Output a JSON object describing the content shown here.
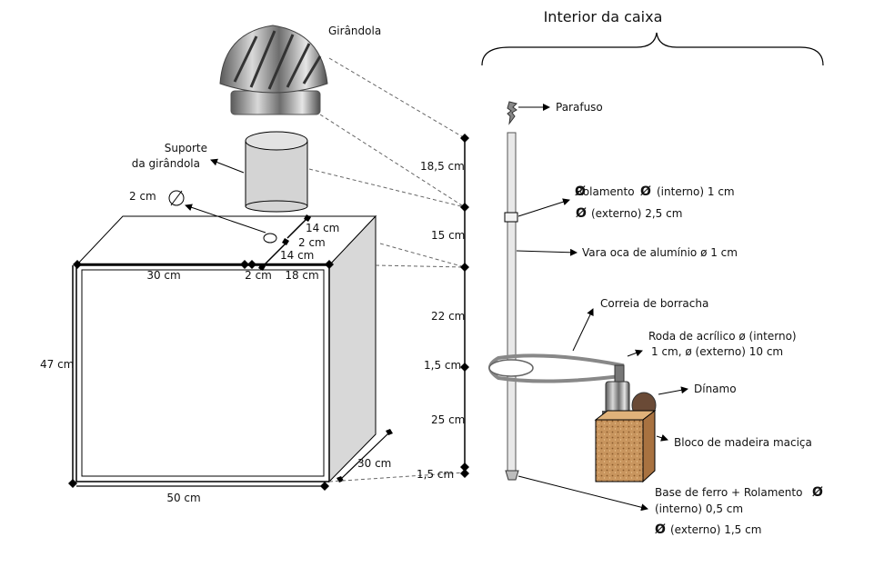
{
  "title": "Interior da caixa",
  "labels": {
    "girandola": "Girândola",
    "suporte_1": "Suporte",
    "suporte_2": "da girândola",
    "hole_2cm": "2 cm",
    "top_14cm_a": "14 cm",
    "top_2cm": "2 cm",
    "top_14cm_b": "14 cm",
    "front_30cm": "30 cm",
    "front_2cm": "2 cm",
    "front_18cm": "18 cm",
    "height_47cm": "47 cm",
    "width_50cm": "50 cm",
    "depth_30cm": "30 cm",
    "dim_18_5": "18,5 cm",
    "dim_15": "15 cm",
    "dim_22": "22 cm",
    "dim_1_5a": "1,5 cm",
    "dim_25": "25 cm",
    "dim_1_5b": "1,5 cm",
    "parafuso": "Parafuso",
    "rolamento_1": "Rolamento",
    "rolamento_2": "(interno) 1 cm",
    "rolamento_3": "(externo) 2,5 cm",
    "vara": "Vara oca de alumínio ø 1 cm",
    "correia": "Correia de borracha",
    "roda_1": "Roda de acrílico ø (interno)",
    "roda_2": "1 cm,  ø (externo) 10 cm",
    "dinamo": "Dínamo",
    "bloco": "Bloco de madeira maciça",
    "base_1": "Base de ferro + Rolamento",
    "base_2": "(interno) 0,5 cm",
    "base_3": "(externo) 1,5 cm",
    "diam_symbol": "Ø"
  },
  "colors": {
    "line": "#000000",
    "box_front": "#ffffff",
    "box_side": "#d8d8d8",
    "cylinder": "#d4d4d4",
    "wood": "#c9935a",
    "metal": "#a8a8a8"
  }
}
